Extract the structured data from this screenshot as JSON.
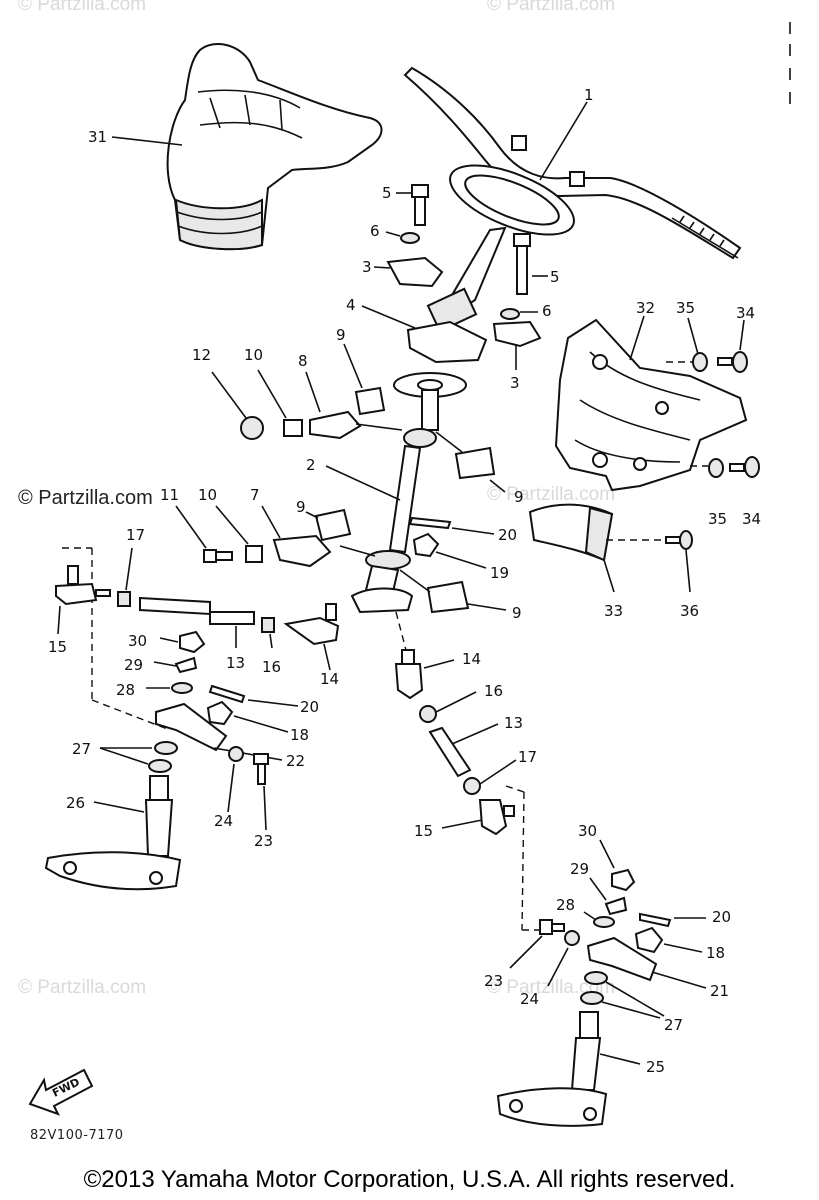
{
  "watermarks": {
    "top_left": "© Partzilla.com",
    "top_right": "© Partzilla.com",
    "mid_left": "© Partzilla.com",
    "mid_right": "© Partzilla.com",
    "bottom_left": "© Partzilla.com",
    "bottom_mid": "© Partzilla.com"
  },
  "callouts": {
    "c1": "1",
    "c31": "31",
    "c5a": "5",
    "c6a": "6",
    "c3a": "3",
    "c5b": "5",
    "c6b": "6",
    "c3b": "3",
    "c4": "4",
    "c32": "32",
    "c35a": "35",
    "c34a": "34",
    "c12": "12",
    "c10a": "10",
    "c8": "8",
    "c9a": "9",
    "c2": "2",
    "c9b": "9",
    "c35b": "35",
    "c34b": "34",
    "c11": "11",
    "c10b": "10",
    "c7": "7",
    "c9c": "9",
    "c20a": "20",
    "c19": "19",
    "c17a": "17",
    "c9d": "9",
    "c33": "33",
    "c36": "36",
    "c15a": "15",
    "c13a": "13",
    "c16a": "16",
    "c14a": "14",
    "c30a": "30",
    "c29a": "29",
    "c28a": "28",
    "c20b": "20",
    "c18a": "18",
    "c22": "22",
    "c27a": "27",
    "c24a": "24",
    "c23a": "23",
    "c26": "26",
    "c14b": "14",
    "c16b": "16",
    "c13b": "13",
    "c17b": "17",
    "c15b": "15",
    "c30b": "30",
    "c29b": "29",
    "c28b": "28",
    "c20c": "20",
    "c18b": "18",
    "c23b": "23",
    "c24b": "24",
    "c21": "21",
    "c27b": "27",
    "c25": "25"
  },
  "fwd_label": "FWD",
  "diagram_code": "82V100-7170",
  "copyright": "©2013 Yamaha Motor Corporation, U.S.A. All rights reserved."
}
